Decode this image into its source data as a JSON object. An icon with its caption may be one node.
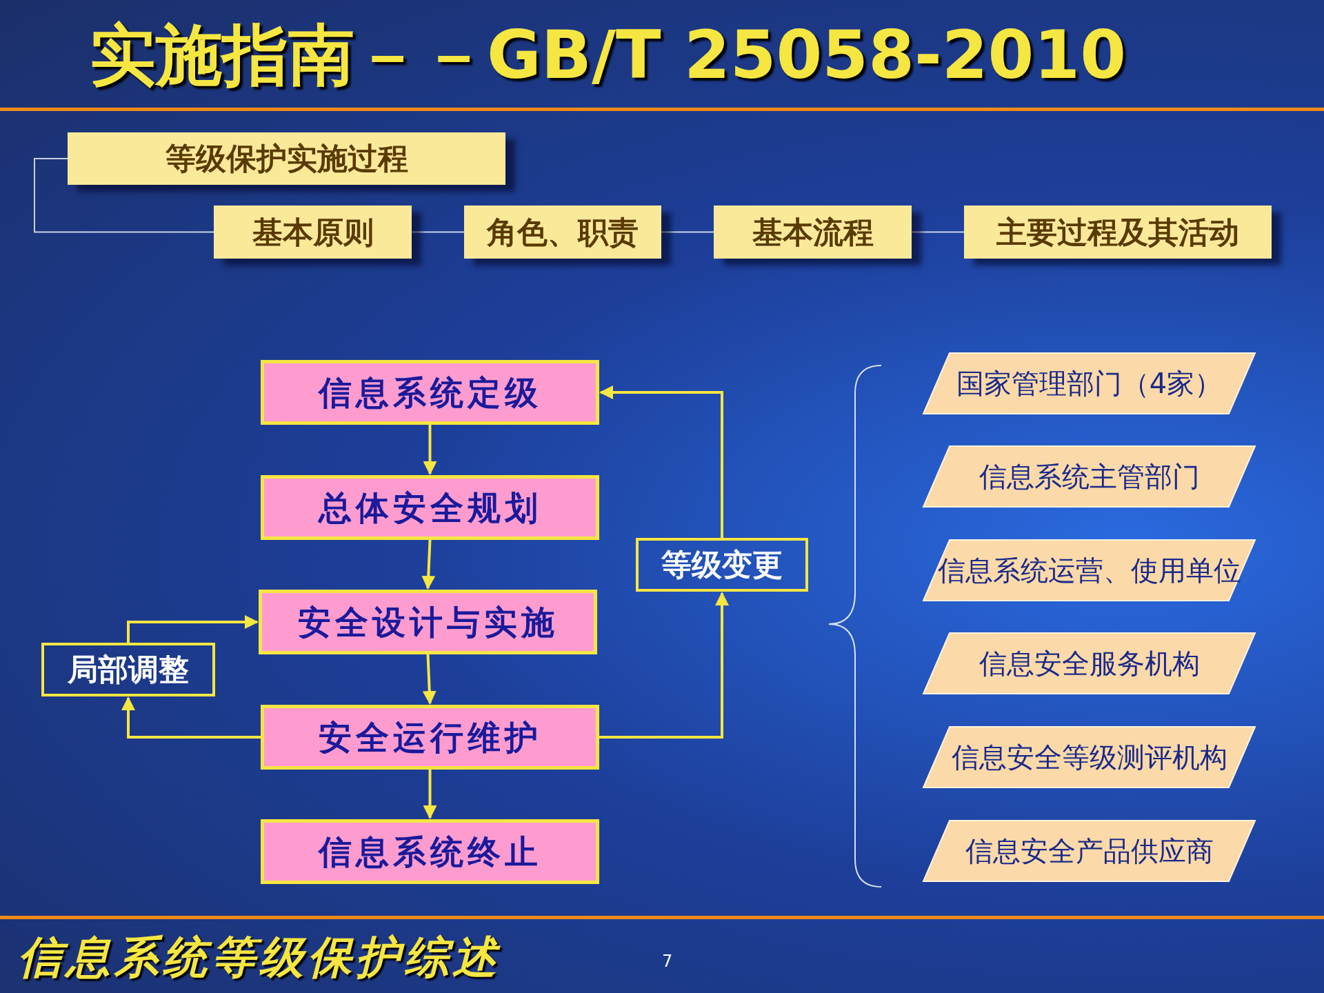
{
  "diagram": {
    "title": "实施指南－－GB/T 25058-2010",
    "nodes": [
      {
        "text": [
          "等级保护实施过程"
        ]
      },
      {
        "text": [
          "基本原则"
        ]
      },
      {
        "text": [
          "角色、职责"
        ]
      },
      {
        "text": [
          "基本流程"
        ]
      },
      {
        "text": [
          "主要过程及其活动"
        ]
      },
      {
        "text": [
          "信息系统定级"
        ]
      },
      {
        "text": [
          "总体安全规划"
        ]
      },
      {
        "text": [
          "安全设计与实施"
        ]
      },
      {
        "text": [
          "安全运行维护"
        ]
      },
      {
        "text": [
          "信息系统终止"
        ]
      },
      {
        "text": [
          "等级变更"
        ]
      },
      {
        "text": [
          "局部调整"
        ]
      },
      {
        "text": [
          "国家管理部门（4家）"
        ]
      },
      {
        "text": [
          "信息系统主管部门"
        ]
      },
      {
        "text": [
          "信息系统运营、使用单位"
        ]
      },
      {
        "text": [
          "信息安全服务机构"
        ]
      },
      {
        "text": [
          "信息安全等级测评机构"
        ]
      },
      {
        "text": [
          "信息安全产品供应商"
        ]
      }
    ],
    "edges": [
      {
        "from": 0,
        "to": 1,
        "arrow": "none",
        "color": "#c9d2e6"
      },
      {
        "from": 1,
        "to": 2,
        "arrow": "none",
        "color": "#c9d2e6"
      },
      {
        "from": 2,
        "to": 3,
        "arrow": "none",
        "color": "#c9d2e6"
      },
      {
        "from": 3,
        "to": 4,
        "arrow": "none",
        "color": "#c9d2e6"
      },
      {
        "from": 5,
        "to": 6,
        "arrow": "to"
      },
      {
        "from": 6,
        "to": 7,
        "arrow": "to"
      },
      {
        "from": 7,
        "to": 8,
        "arrow": "to"
      },
      {
        "from": 8,
        "to": 9,
        "arrow": "to"
      },
      {
        "from": 8,
        "to": 10,
        "arrow": "to"
      },
      {
        "from": 10,
        "to": 5,
        "arrow": "to"
      },
      {
        "from": 8,
        "to": 11,
        "arrow": "to"
      },
      {
        "from": 11,
        "to": 7,
        "arrow": "to"
      }
    ],
    "labels": [
      "信息系统等级保护综述",
      "7"
    ]
  }
}
